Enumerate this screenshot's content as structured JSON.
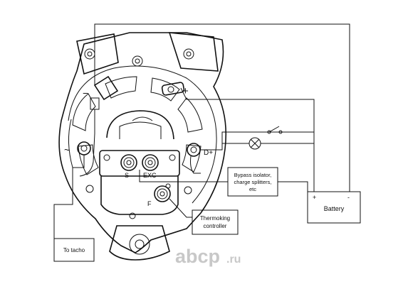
{
  "terminals": {
    "s": "S",
    "exc": "EXC",
    "f": "F",
    "d_plus": "D+",
    "minus": "−",
    "plus": "+",
    "ac": "~"
  },
  "boxes": {
    "bypass": [
      "Bypass isolator,",
      "charge splitters,",
      "etc"
    ],
    "battery": "Battery",
    "battery_plus": "+",
    "battery_minus": "-",
    "thermoking": [
      "Thermoking",
      "controller"
    ],
    "tacho": "To tacho"
  },
  "watermark": {
    "brand": "abcp",
    "tld": ".ru",
    "color": "#c8c8c8"
  }
}
